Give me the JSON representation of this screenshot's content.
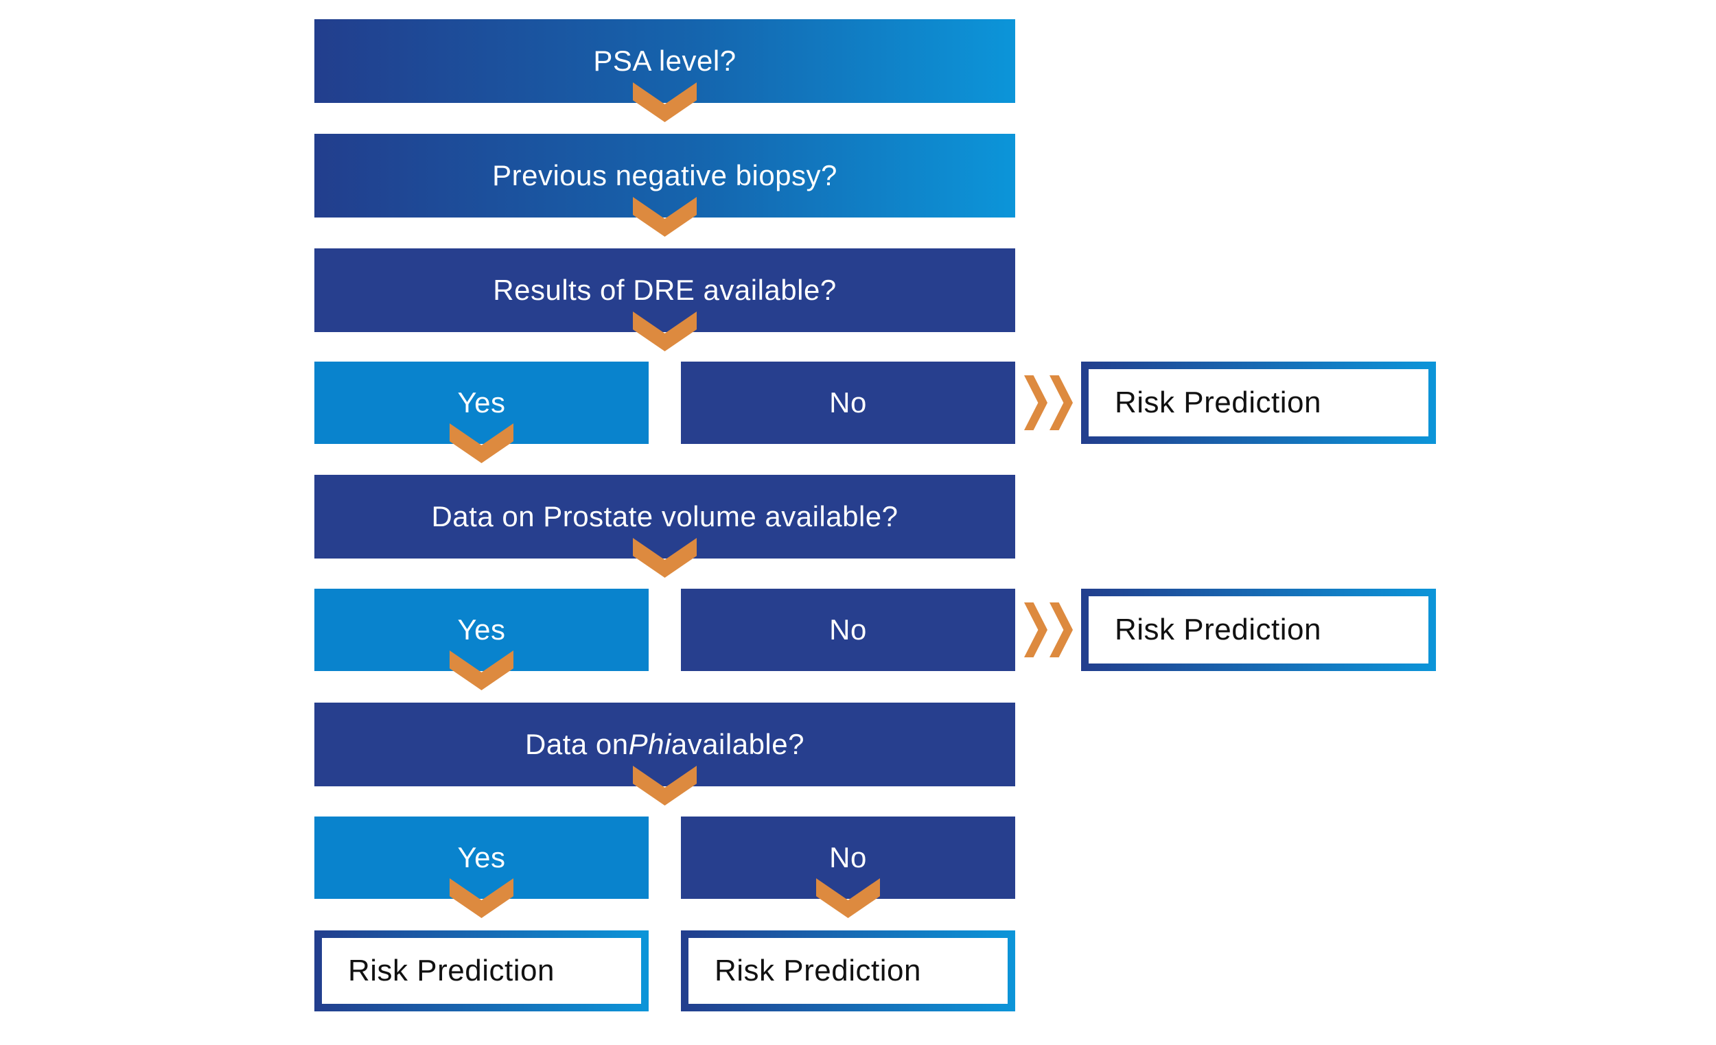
{
  "colors": {
    "navy": "#273f8e",
    "gradient_dark": "#223e8d",
    "gradient_light": "#0c95d9",
    "light_blue": "#0983cd",
    "arrow_orange": "#dd8a3f",
    "risk_text": "#111111"
  },
  "nodes": {
    "psa": {
      "label": "PSA level?"
    },
    "biopsy": {
      "label": "Previous negative biopsy?"
    },
    "dre": {
      "label": "Results of DRE available?"
    },
    "dre_yes": {
      "label": "Yes"
    },
    "dre_no": {
      "label": "No"
    },
    "risk_dre": {
      "label": "Risk Prediction"
    },
    "volume": {
      "label": "Data on Prostate volume available?"
    },
    "volume_yes": {
      "label": "Yes"
    },
    "volume_no": {
      "label": "No"
    },
    "risk_volume": {
      "label": "Risk Prediction"
    },
    "phi": {
      "prefix": "Data on ",
      "italic": "Phi",
      "suffix": " available?"
    },
    "phi_yes": {
      "label": "Yes"
    },
    "phi_no": {
      "label": "No"
    },
    "risk_phi_yes": {
      "label": "Risk Prediction"
    },
    "risk_phi_no": {
      "label": "Risk Prediction"
    }
  }
}
